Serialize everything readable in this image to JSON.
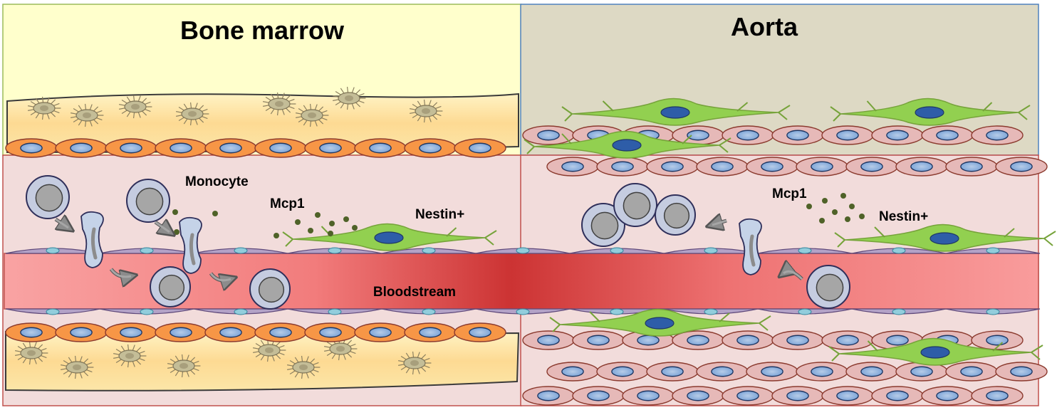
{
  "panels": {
    "left_title": "Bone marrow",
    "right_title": "Aorta"
  },
  "labels": {
    "monocyte": "Monocyte",
    "mcp1_left": "Mcp1",
    "nestin_left": "Nestin+",
    "mcp1_right": "Mcp1",
    "nestin_right": "Nestin+",
    "bloodstream": "Bloodstream"
  },
  "colors": {
    "bone_marrow_bg": "#FFFFCC",
    "aorta_bg": "#DDD9C4",
    "tissue_pink": "#F2DCDB",
    "marrow_tissue": "#FCD592",
    "osteoblast": "#F79646",
    "smooth_muscle": "#E6B9B8",
    "nucleus": "#8DB4E2",
    "endothelium": "#B3A2C7",
    "nestin_cell": "#92D050",
    "nestin_nucleus": "#2E5DA8",
    "monocyte": "#C5CCE0",
    "mcp1_dot": "#4F6228",
    "blood": "#F08080",
    "blood_dark": "#D04040"
  }
}
